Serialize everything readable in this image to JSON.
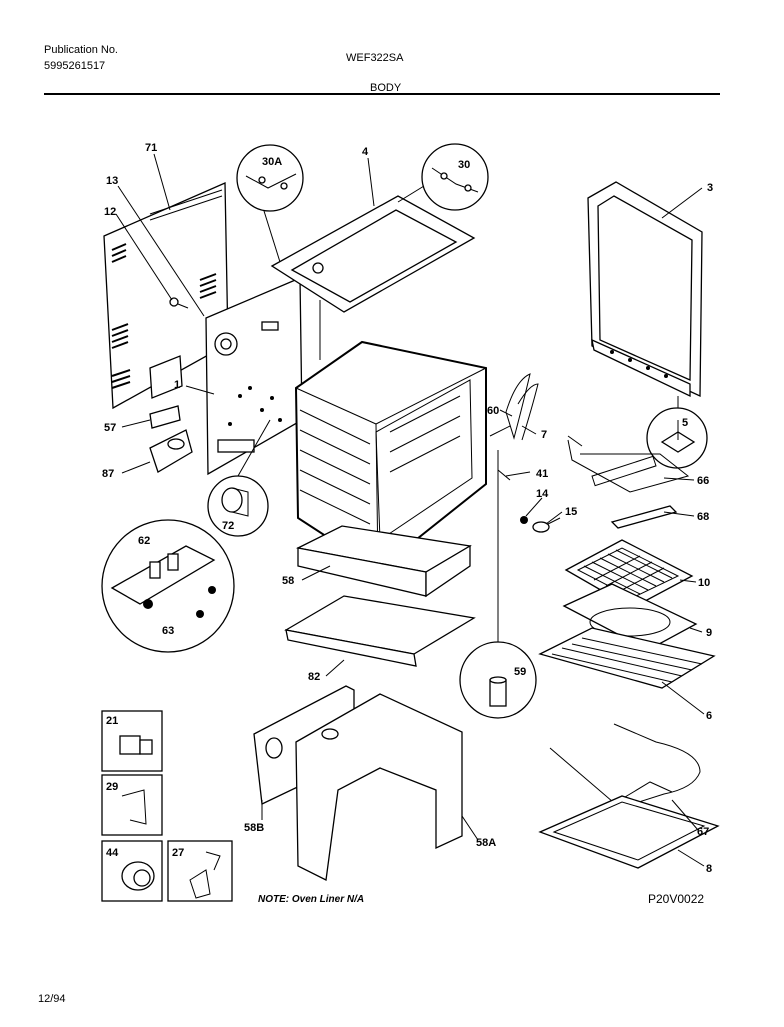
{
  "header": {
    "publication_label": "Publication No.",
    "publication_number": "5995261517",
    "model": "WEF322SA",
    "section": "BODY"
  },
  "footer": {
    "date": "12/94",
    "note": "NOTE: Oven Liner N/A",
    "diagram_code": "P20V0022"
  },
  "callouts": {
    "c71": "71",
    "c13": "13",
    "c12": "12",
    "c30A": "30A",
    "c4": "4",
    "c30": "30",
    "c3": "3",
    "c1": "1",
    "c57": "57",
    "c87": "87",
    "c72": "72",
    "c60": "60",
    "c7": "7",
    "c5": "5",
    "c41": "41",
    "c14": "14",
    "c15": "15",
    "c66": "66",
    "c68": "68",
    "c62": "62",
    "c63": "63",
    "c58": "58",
    "c10": "10",
    "c9": "9",
    "c82": "82",
    "c59": "59",
    "c6": "6",
    "c21": "21",
    "c29": "29",
    "c58B": "58B",
    "c58A": "58A",
    "c67": "67",
    "c44": "44",
    "c27": "27",
    "c8": "8"
  }
}
